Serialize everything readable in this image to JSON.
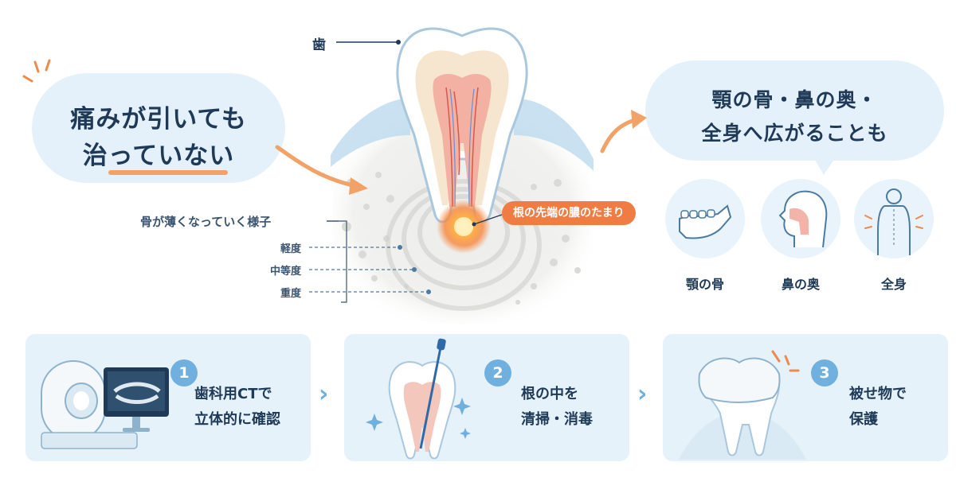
{
  "headline": {
    "line1": "痛みが引いても",
    "line2": "治っていない"
  },
  "spread_bubble": {
    "line1": "顎の骨・鼻の奥・",
    "line2": "全身へ広がることも"
  },
  "labels": {
    "tooth": "歯",
    "abscess": "根の先端の膿のたまり",
    "bone_thinning": "骨が薄くなっていく様子",
    "severity": [
      "軽度",
      "中等度",
      "重度"
    ]
  },
  "regions": [
    {
      "label": "顎の骨",
      "icon": "jaw-icon"
    },
    {
      "label": "鼻の奥",
      "icon": "nose-icon"
    },
    {
      "label": "全身",
      "icon": "body-icon"
    }
  ],
  "steps": [
    {
      "number": "1",
      "line1": "歯科用CTで",
      "line2": "立体的に確認",
      "icon": "ct-scanner-icon"
    },
    {
      "number": "2",
      "line1": "根の中を",
      "line2": "清掃・消毒",
      "icon": "root-canal-icon"
    },
    {
      "number": "3",
      "line1": "被せ物で",
      "line2": "保護",
      "icon": "crown-icon"
    }
  ],
  "colors": {
    "accent_orange": "#ef7d43",
    "accent_blue": "#6fb0de",
    "bubble_bg": "#e4f1fa"
  }
}
